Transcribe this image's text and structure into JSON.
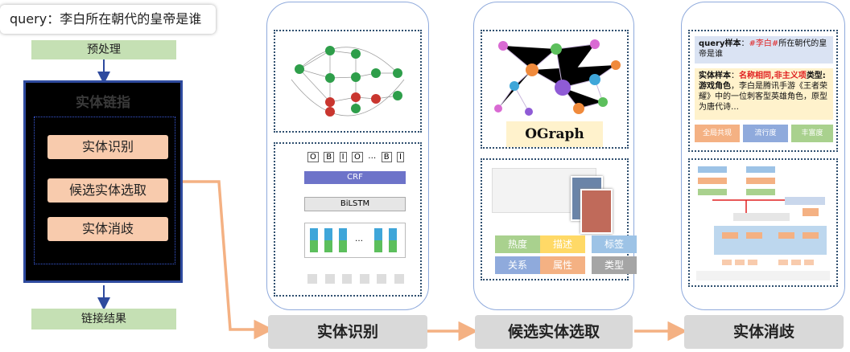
{
  "query": {
    "prefix": "query：",
    "text": "李白所在朝代的皇帝是谁"
  },
  "left": {
    "preprocess": "预处理",
    "entity_linking_title": "实体链指",
    "steps": [
      "实体识别",
      "候选实体选取",
      "实体消歧"
    ],
    "result": "链接结果"
  },
  "stages": {
    "recognition": "实体识别",
    "candidate": "候选实体选取",
    "disambiguation": "实体消歧"
  },
  "crf_diagram": {
    "tags": [
      "O",
      "B",
      "I",
      "O",
      "…",
      "B",
      "I"
    ],
    "crf_label": "CRF",
    "bilstm_label": "BiLSTM",
    "ellipsis": "…"
  },
  "candidate_panel": {
    "ograph_label": "OGraph",
    "tags": [
      {
        "label": "热度",
        "color": "#a9d18e"
      },
      {
        "label": "描述",
        "color": "#ffd966"
      },
      {
        "label": "标签",
        "color": "#9dc3e6"
      },
      {
        "label": "关系",
        "color": "#8faadc"
      },
      {
        "label": "属性",
        "color": "#f4b183"
      },
      {
        "label": "类型",
        "color": "#a5a5a5"
      }
    ]
  },
  "disamb_panel": {
    "query_label": "query样本",
    "query_colon": "：",
    "query_mark": "#李白#",
    "query_rest": "所在朝代的皇帝是谁",
    "entity_label": "实体样本",
    "entity_colon": "：",
    "entity_highlight": "名称相同,非主义项",
    "entity_type": "类型:游戏角色",
    "entity_desc": "，李白是腾讯手游《王者荣耀》中的一位刺客型英雄角色，原型为唐代诗…",
    "chips": [
      {
        "label": "全局共现",
        "color": "#f4b183"
      },
      {
        "label": "流行度",
        "color": "#8faadc"
      },
      {
        "label": "丰富度",
        "color": "#a9d18e"
      }
    ]
  },
  "colors": {
    "arrow_orange": "#f4b183",
    "arrow_blue": "#2e4a9e",
    "pill": "#f8cbad",
    "green_box": "#c5e0b4",
    "panel_border": "#8faadc"
  }
}
